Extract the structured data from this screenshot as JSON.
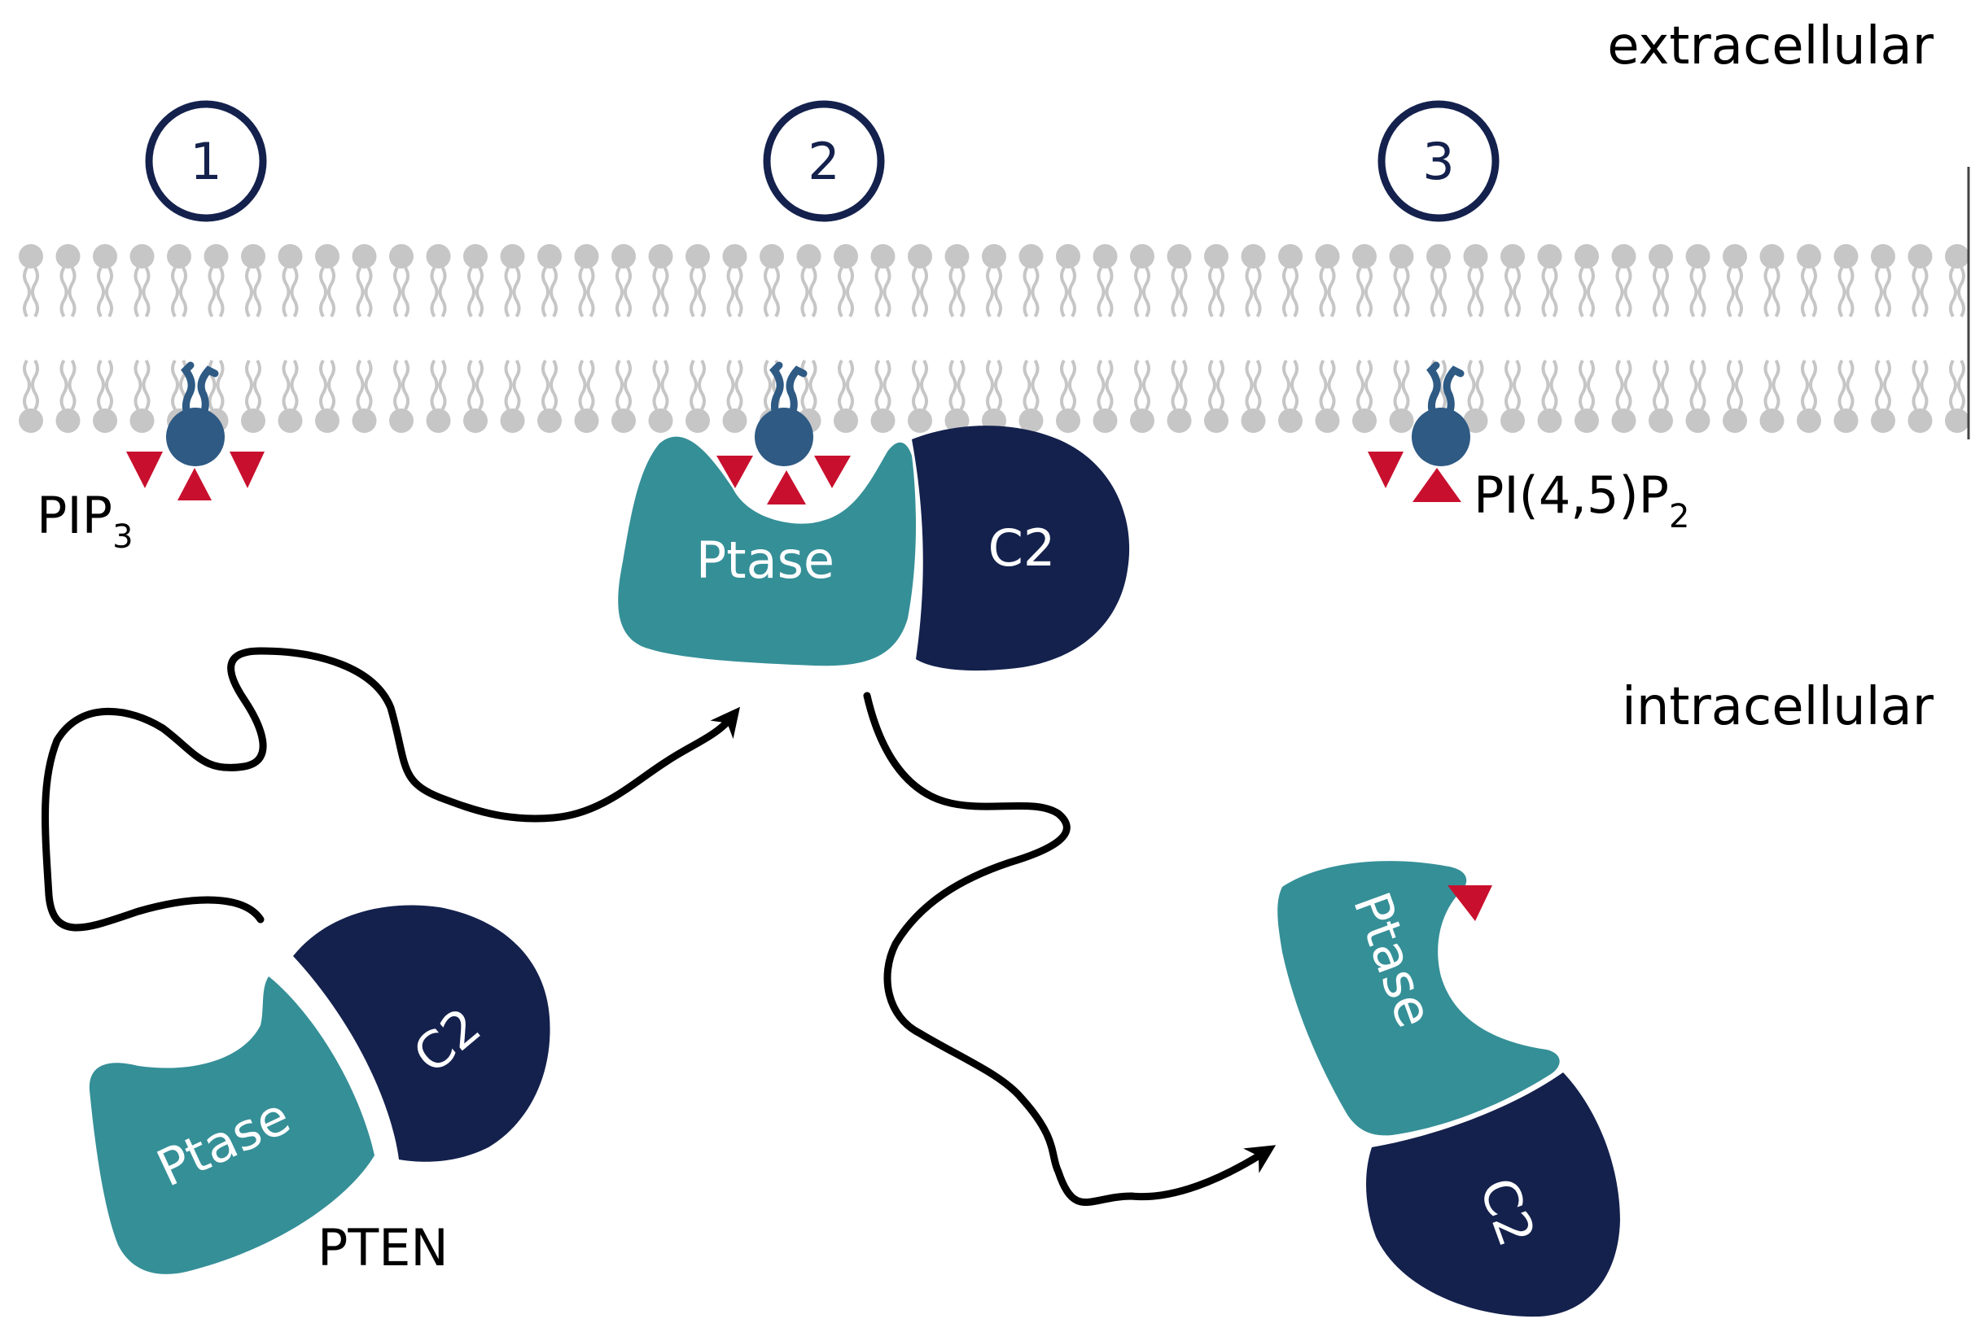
{
  "regions": {
    "extracellular": "extracellular",
    "intracellular": "intracellular"
  },
  "steps": [
    "1",
    "2",
    "3"
  ],
  "lipids": {
    "pip3_main": "PIP",
    "pip3_sub": "3",
    "pi45p2_main": "PI(4,5)P",
    "pi45p2_sub": "2"
  },
  "protein": {
    "name": "PTEN",
    "ptase_label": "Ptase",
    "c2_label": "C2"
  },
  "colors": {
    "ptase_domain": "#358F97",
    "c2_domain": "#14214D",
    "phosphate": "#C8102E",
    "inositol_headgroup": "#2E5A84",
    "membrane": "#C6C6C6",
    "step_circle": "#14214D",
    "arrow": "#000000"
  }
}
